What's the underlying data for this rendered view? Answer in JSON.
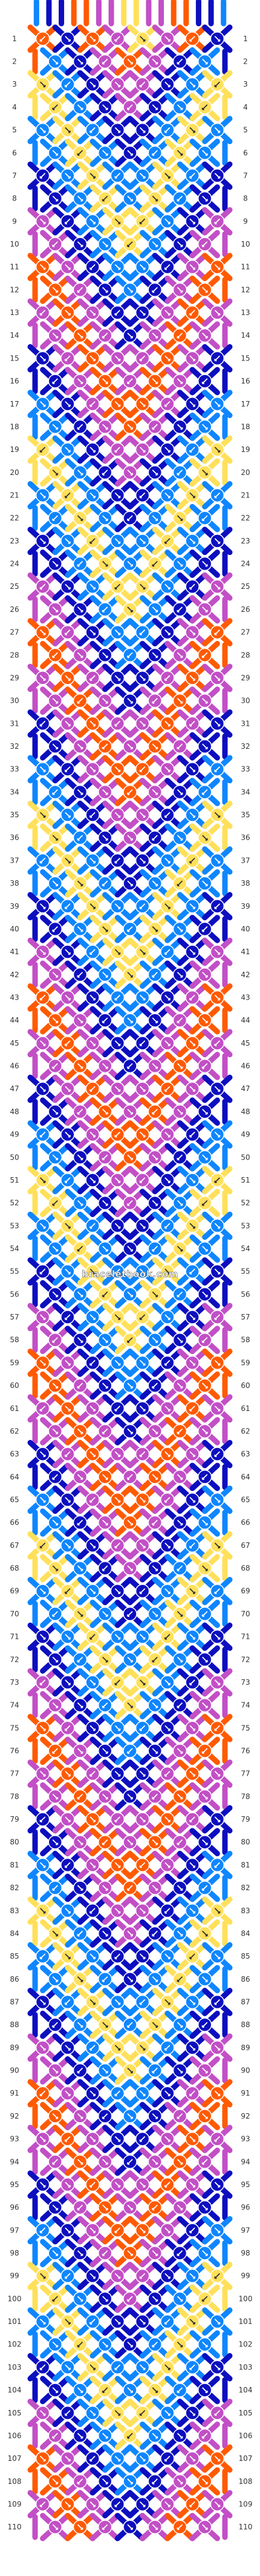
{
  "pattern": {
    "watermark": "braceletbook.com",
    "row_count": 110,
    "strings_per_row": 16,
    "colors": {
      "A": "#ff5a00",
      "B": "#c24fc6",
      "C": "#0d0fbf",
      "D": "#0f86ff",
      "E": "#ffe05a",
      "F": "#ffffff"
    },
    "top_strings": [
      "D",
      "C",
      "C",
      "A",
      "A",
      "B",
      "B",
      "E",
      "E",
      "B",
      "B",
      "A",
      "A",
      "C",
      "C",
      "D"
    ],
    "first_knot_row": "ACABEBAC",
    "row_number_labels": [
      "1",
      "2",
      "3",
      "4",
      "5",
      "6",
      "7",
      "8",
      "9",
      "10",
      "11",
      "12",
      "13",
      "14",
      "15",
      "16",
      "17",
      "18",
      "19",
      "20",
      "21",
      "22",
      "23",
      "24",
      "25",
      "26",
      "27",
      "28",
      "29",
      "30",
      "31",
      "32",
      "33",
      "34",
      "35",
      "36",
      "37",
      "38",
      "39",
      "40",
      "41",
      "42",
      "43",
      "44",
      "45",
      "46",
      "47",
      "48",
      "49",
      "50",
      "51",
      "52",
      "53",
      "54",
      "55",
      "56",
      "57",
      "58",
      "59",
      "60",
      "61",
      "62",
      "63",
      "64",
      "65",
      "66",
      "67",
      "68",
      "69",
      "70",
      "71",
      "72",
      "73",
      "74",
      "75",
      "76",
      "77",
      "78",
      "79",
      "80",
      "81",
      "82",
      "83",
      "84",
      "85",
      "86",
      "87",
      "88",
      "89",
      "90",
      "91",
      "92",
      "93",
      "94",
      "95",
      "96",
      "97",
      "98",
      "99",
      "100",
      "101",
      "102",
      "103",
      "104",
      "105",
      "106",
      "107",
      "108",
      "109",
      "110"
    ]
  }
}
